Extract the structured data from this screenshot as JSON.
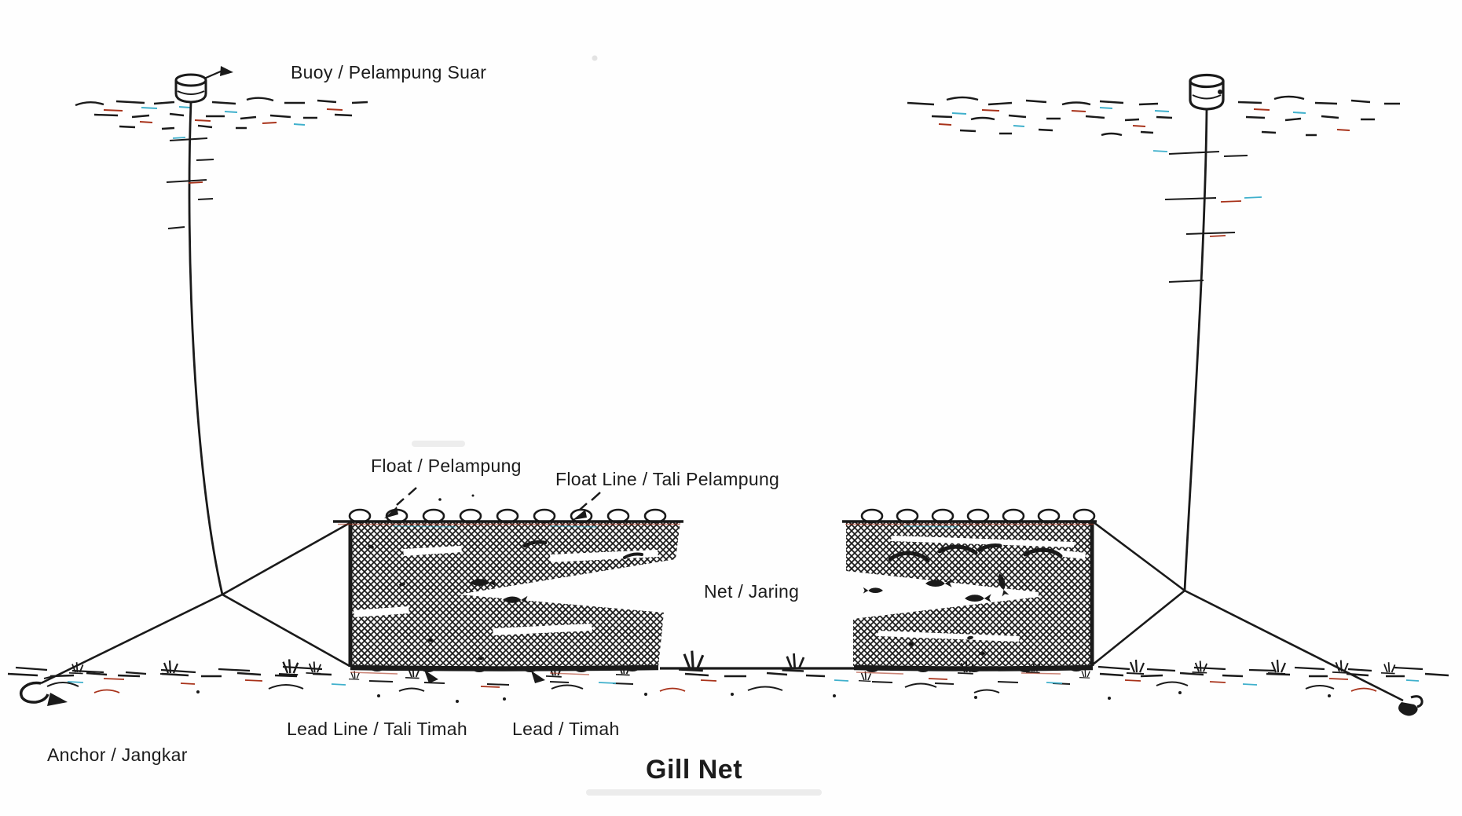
{
  "page_title": "Gill Net",
  "theme": {
    "paper": "#fefefe",
    "ink": "#1a1a1a",
    "red": "#a8321a",
    "cyan": "#3fb0cc",
    "smudge": "#dcdcdc",
    "label": "#1c1c1c"
  },
  "diagram": {
    "title": "Gill Net",
    "labels": {
      "buoy": "Buoy / Pelampung Suar",
      "float": "Float / Pelampung",
      "float_line": "Float Line / Tali Pelampung",
      "net": "Net / Jaring",
      "lead_line": "Lead Line / Tali Timah",
      "lead": "Lead / Timah",
      "anchor": "Anchor / Jangkar"
    }
  }
}
